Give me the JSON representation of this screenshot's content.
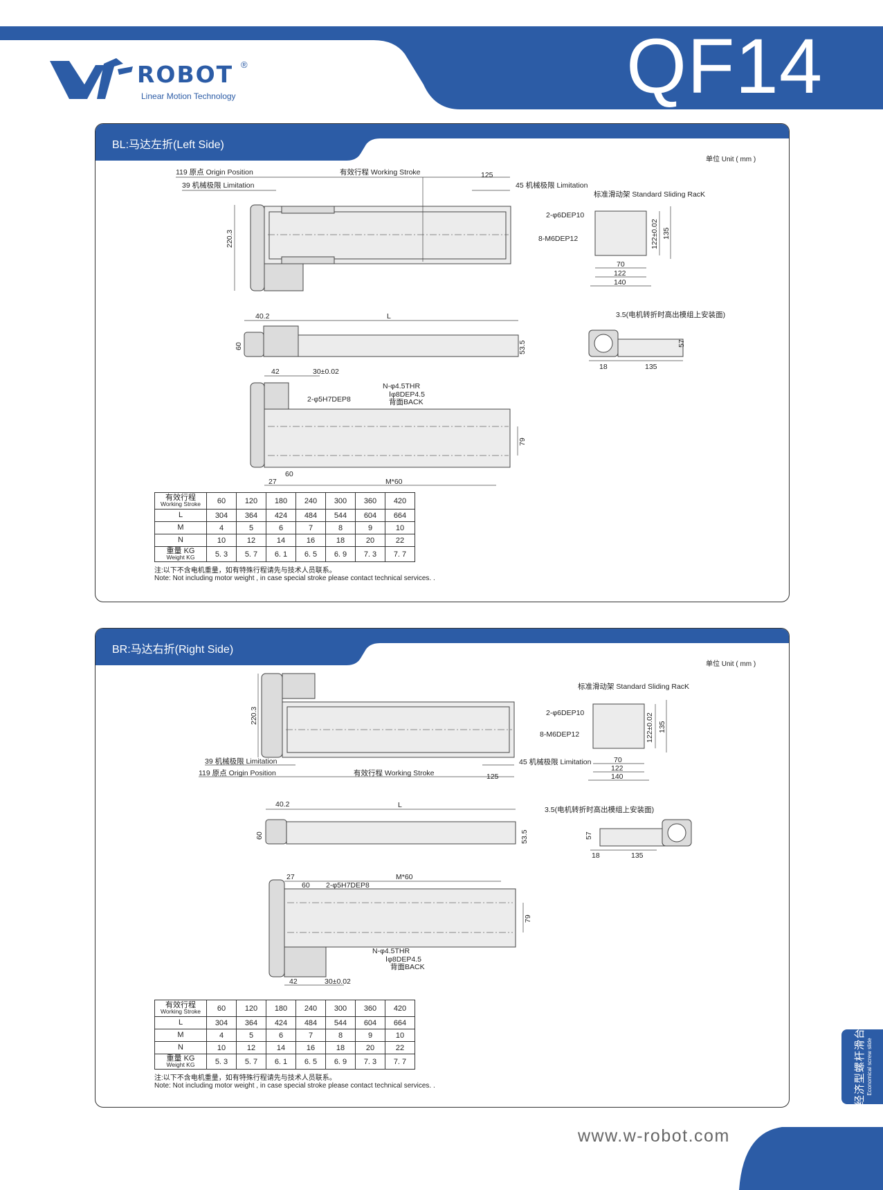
{
  "header": {
    "brand": "ROBOT",
    "registered": "®",
    "tagline": "Linear Motion Technology",
    "model": "QF14"
  },
  "unit_label": "单位 Unit ( mm )",
  "panels": [
    {
      "title": "BL:马达左折(Left Side)"
    },
    {
      "title": "BR:马达右折(Right Side)"
    }
  ],
  "labels": {
    "origin": "119 原点 Origin Position",
    "stroke": "有效行程 Working Stroke",
    "d125": "125",
    "limit_left": "39 机械极限 Limitation",
    "limit_right": "45 机械极限 Limitation",
    "h220": "220.3",
    "rack_title": "标准滑动架 Standard Sliding RacK",
    "rack_holes": "2-φ6DEP10",
    "rack_threads": "8-M6DEP12",
    "rack_tol": "122±0.02",
    "rack_135": "135",
    "rack_70": "70",
    "rack_122": "122",
    "rack_140": "140",
    "side_40": "40.2",
    "side_L": "L",
    "side_60": "60",
    "side_53": "53.5",
    "end_note": "3.5(电机转折时高出模组上安装面)",
    "end_57": "57",
    "end_18": "18",
    "end_135": "135",
    "b_42": "42",
    "b_30": "30±0.02",
    "b_thr": "N-φ4.5THR",
    "b_dep": "Ⅰφ8DEP4.5",
    "b_back": "背面BACK",
    "b_pin": "2-φ5H7DEP8",
    "b_79": "79",
    "b_27": "27",
    "b_60": "60",
    "b_m60": "M*60"
  },
  "table": {
    "header": {
      "label_cn": "有效行程",
      "label_en": "Working Stroke",
      "values": [
        "60",
        "120",
        "180",
        "240",
        "300",
        "360",
        "420"
      ]
    },
    "rows": [
      {
        "label": "L",
        "values": [
          "304",
          "364",
          "424",
          "484",
          "544",
          "604",
          "664"
        ]
      },
      {
        "label": "M",
        "values": [
          "4",
          "5",
          "6",
          "7",
          "8",
          "9",
          "10"
        ]
      },
      {
        "label": "N",
        "values": [
          "10",
          "12",
          "14",
          "16",
          "18",
          "20",
          "22"
        ]
      },
      {
        "label_cn": "重量 KG",
        "label_en": "Weight KG",
        "values": [
          "5. 3",
          "5. 7",
          "6. 1",
          "6. 5",
          "6. 9",
          "7. 3",
          "7. 7"
        ]
      }
    ]
  },
  "notes": {
    "cn": "注:以下不含电机重量，如有特殊行程请先与技术人员联系。",
    "en": "Note: Not including motor weight , in case special stroke please contact technical services. ."
  },
  "side_tab": {
    "cn": "经济型螺杆滑台",
    "en": "Economical screw slide"
  },
  "footer": {
    "url": "www.w-robot.com"
  },
  "colors": {
    "brand_blue": "#2c5ca6"
  }
}
